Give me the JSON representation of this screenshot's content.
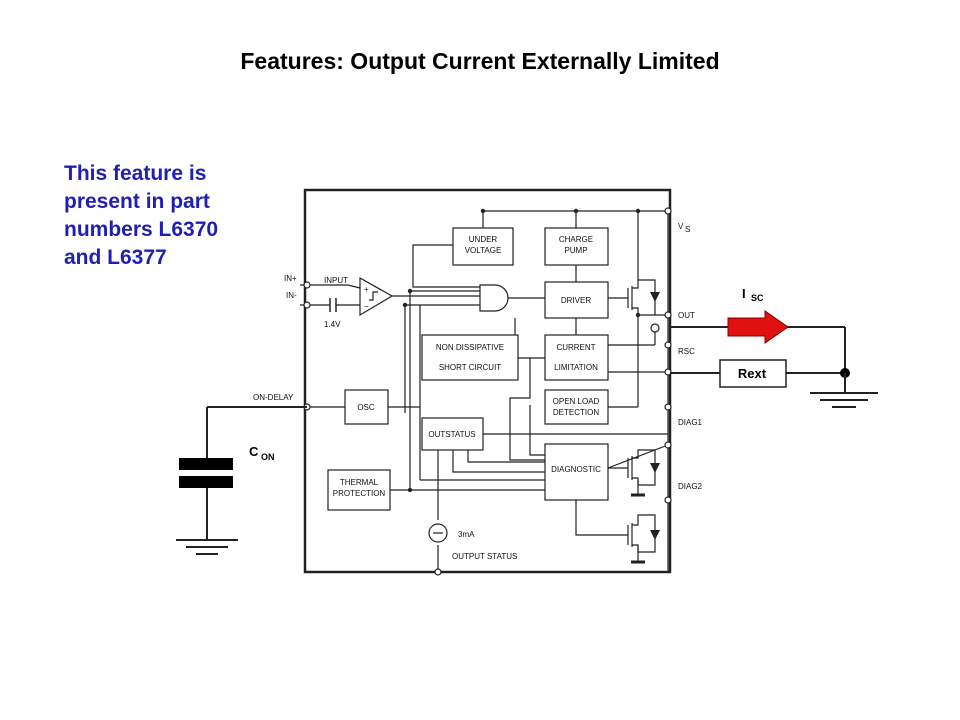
{
  "slide": {
    "title": "Features: Output Current Externally Limited",
    "note_lines": [
      "This feature is",
      "present in part",
      "numbers L6370",
      "and L6377"
    ]
  },
  "diagram": {
    "pins": {
      "vs": "V",
      "vs_sub": "S",
      "in_plus": "IN+",
      "in_minus": "IN-",
      "input": "INPUT",
      "v14": "1.4V",
      "on_delay": "ON-DELAY",
      "out": "OUT",
      "rsc": "RSC",
      "diag1": "DIAG1",
      "diag2": "DIAG2",
      "source": "3mA",
      "output_status": "OUTPUT STATUS"
    },
    "blocks": {
      "under_voltage": [
        "UNDER",
        "VOLTAGE"
      ],
      "charge_pump": [
        "CHARGE",
        "PUMP"
      ],
      "driver": [
        "DRIVER"
      ],
      "non_dissipative": [
        "NON DISSIPATIVE",
        "SHORT CIRCUIT"
      ],
      "current_limitation": [
        "CURRENT",
        "LIMITATION"
      ],
      "open_load": [
        "OPEN LOAD",
        "DETECTION"
      ],
      "osc": [
        "OSC"
      ],
      "outstatus": [
        "OUTSTATUS"
      ],
      "diagnostic": [
        "DIAGNOSTIC"
      ],
      "thermal": [
        "THERMAL",
        "PROTECTION"
      ]
    },
    "external": {
      "isc": "I",
      "isc_sub": "SC",
      "rext": "Rext",
      "con": "C",
      "con_sub": "ON",
      "arrow_color": "#e01010"
    }
  }
}
